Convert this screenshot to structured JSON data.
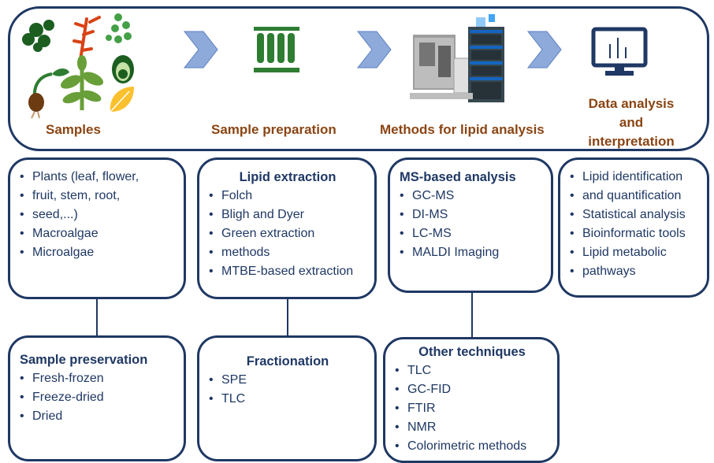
{
  "stages": [
    {
      "title": "Samples"
    },
    {
      "title": "Sample preparation"
    },
    {
      "title": "Methods for lipid analysis"
    },
    {
      "title_lines": [
        "Data analysis",
        "and",
        "interpretation"
      ]
    }
  ],
  "cards": {
    "samples": {
      "items": [
        "Plants (leaf, flower,",
        "fruit, stem, root,",
        "seed,...)",
        "Macroalgae",
        "Microalgae"
      ]
    },
    "lipid_extraction": {
      "heading": "Lipid extraction",
      "items": [
        "Folch",
        "Bligh and Dyer",
        "Green extraction",
        "methods",
        "MTBE-based extraction"
      ]
    },
    "ms_analysis": {
      "heading": "MS-based analysis",
      "items": [
        "GC-MS",
        "DI-MS",
        "LC-MS",
        "MALDI Imaging"
      ]
    },
    "data_analysis": {
      "items": [
        "Lipid identification",
        "and quantification",
        "Statistical analysis",
        "Bioinformatic tools",
        "Lipid metabolic",
        "pathways"
      ]
    },
    "sample_preservation": {
      "heading": "Sample preservation",
      "items": [
        "Fresh-frozen",
        "Freeze-dried",
        "Dried"
      ]
    },
    "fractionation": {
      "heading": "Fractionation",
      "items": [
        "SPE",
        "TLC"
      ]
    },
    "other_techniques": {
      "heading": "Other techniques",
      "items": [
        "TLC",
        "GC-FID",
        "FTIR",
        "NMR",
        "Colorimetric methods"
      ]
    }
  },
  "colors": {
    "border": "#1f3864",
    "stage_title": "#8b4513",
    "chevron": "#8eaadb",
    "tube_green": "#2e7d32",
    "monitor": "#1f3864"
  }
}
